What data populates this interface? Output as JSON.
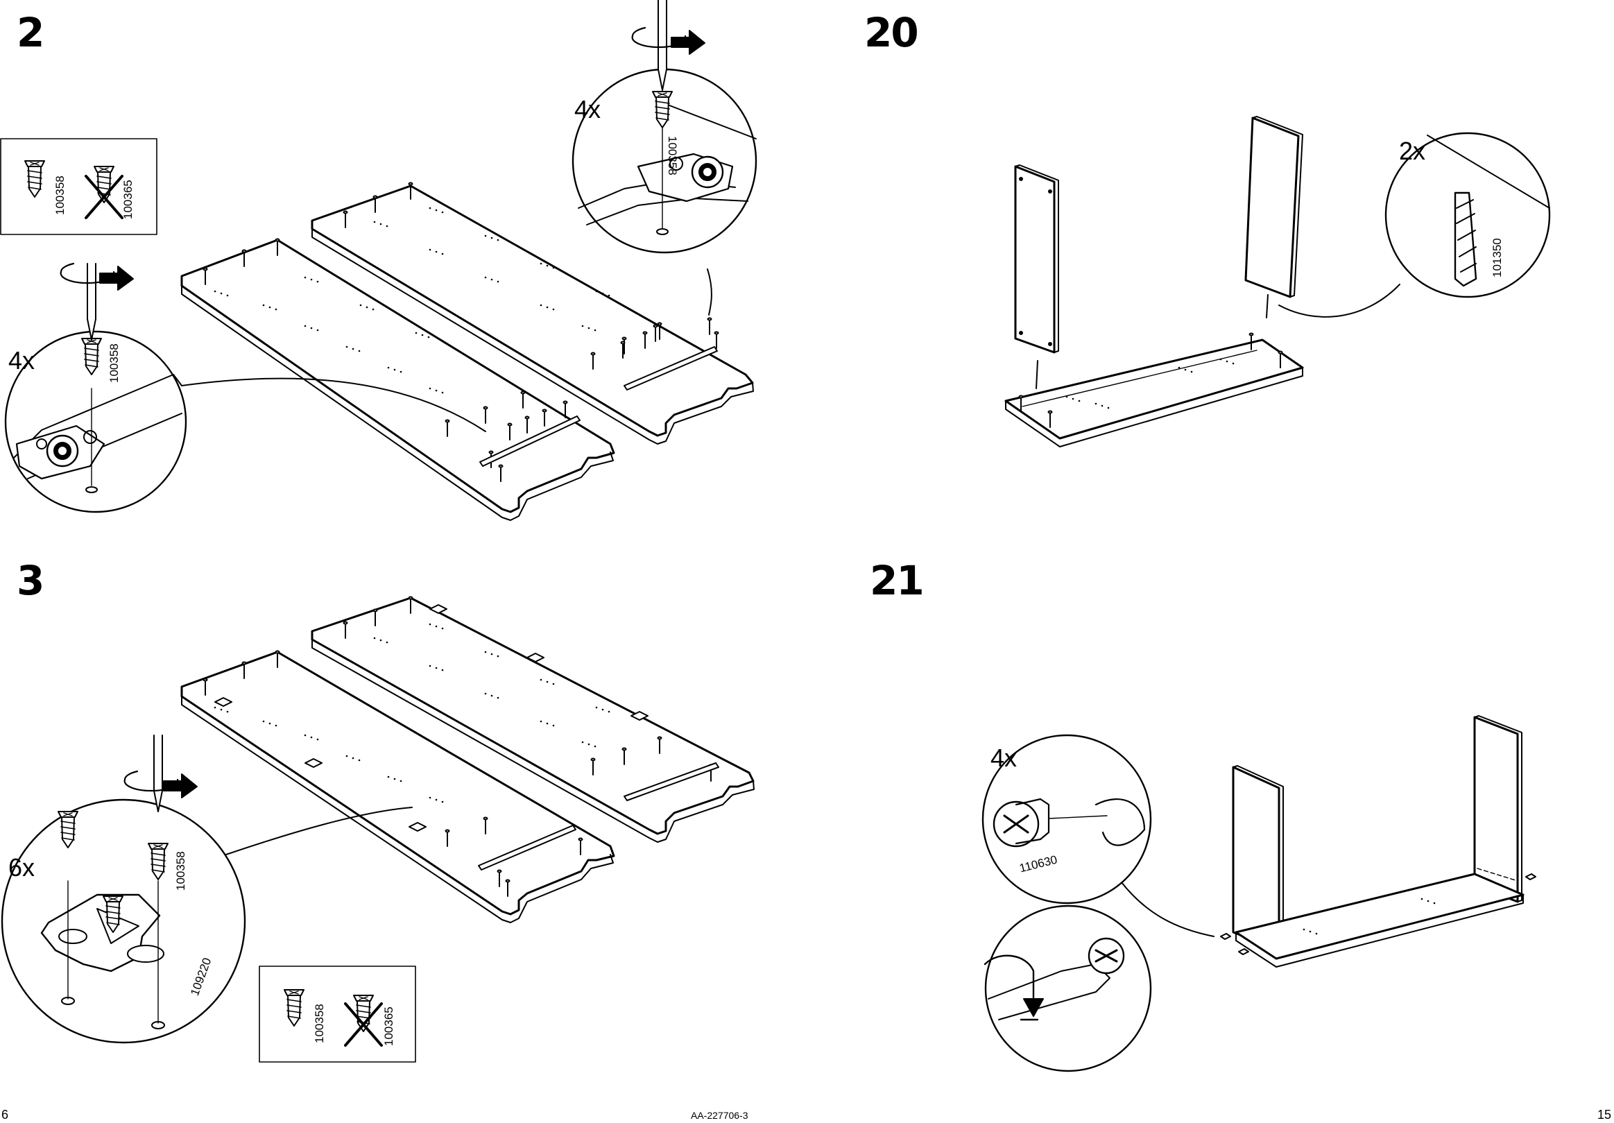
{
  "steps": {
    "s2": {
      "number": "2",
      "callout_qty": "4x",
      "callout_code": "100358",
      "callout_qty_2": "4x",
      "callout_code_2": "100358"
    },
    "s3": {
      "number": "3",
      "callout_qty": "6x",
      "code_screw": "100358",
      "code_plate": "109220"
    },
    "s20": {
      "number": "20",
      "callout_qty": "2x",
      "callout_code": "101350"
    },
    "s21": {
      "number": "21",
      "callout_qty": "4x",
      "callout_code": "110630"
    }
  },
  "part_boxes": {
    "top": {
      "ok_code": "100358",
      "wrong_code": "100365"
    },
    "bottom": {
      "ok_code": "100358",
      "wrong_code": "100365"
    }
  },
  "footer": {
    "page_left": "6",
    "doc_code": "AA-227706-3",
    "page_right": "15"
  },
  "colors": {
    "ink": "#000000",
    "paper": "#ffffff"
  },
  "icons": [
    "screwdriver-icon",
    "rotate-arrow-icon",
    "screw-icon",
    "dowel-icon",
    "cam-lock-icon",
    "mounting-plate-icon",
    "cross-out-icon"
  ]
}
